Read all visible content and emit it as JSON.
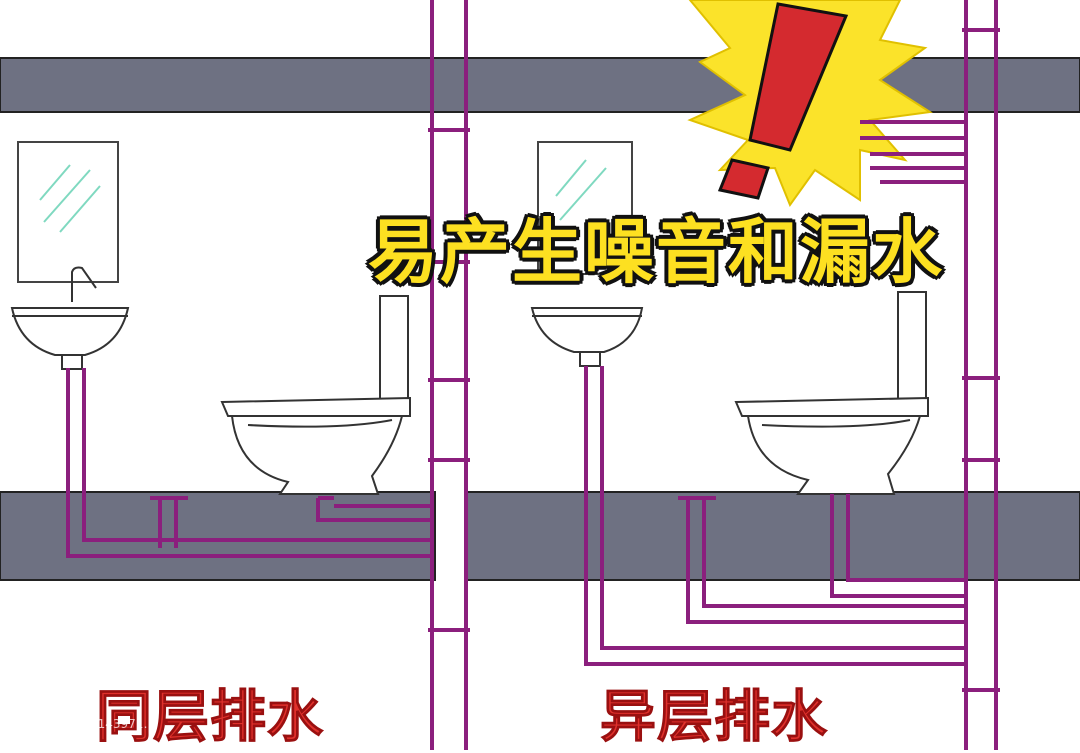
{
  "labels": {
    "same_floor": "同层排水",
    "different_floor": "异层排水",
    "warning": "易产生噪音和漏水"
  },
  "watermark": "住小帮@用户2143971…",
  "colors": {
    "slab": "#6e7182",
    "pipe": "#8b1f7d",
    "label_red": "#e0312c",
    "warning_yellow": "#fde021",
    "burst_yellow": "#fbe32a",
    "exclamation_red": "#d42a2f"
  },
  "icons": {
    "burst": "starburst-icon",
    "exclamation": "exclamation-icon"
  }
}
